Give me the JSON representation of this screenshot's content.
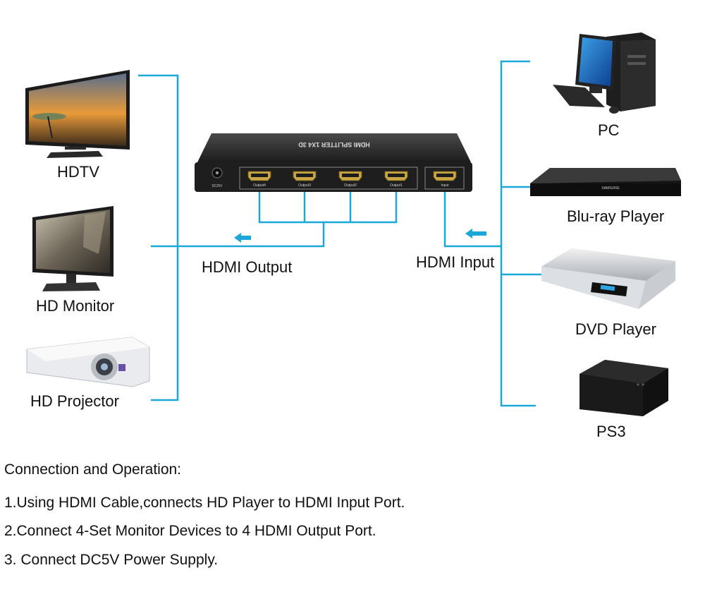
{
  "splitter": {
    "title": "HDMI SPLITTER 1X4 3D",
    "dc_label": "DC/5V",
    "ports": [
      "Output4",
      "Output3",
      "Output2",
      "Output1"
    ],
    "input_port": "Input"
  },
  "outputs": {
    "label": "HDMI Output",
    "devices": [
      "HDTV",
      "HD Monitor",
      "HD Projector"
    ]
  },
  "inputs": {
    "label": "HDMI Input",
    "devices": [
      "PC",
      "Blu-ray Player",
      "DVD Player",
      "PS3"
    ],
    "bluray_brand": "SAMSUNG"
  },
  "instructions": {
    "heading": "Connection and Operation:",
    "steps": [
      "1.Using HDMI Cable,connects HD Player to HDMI Input Port.",
      "2.Connect 4-Set Monitor Devices to 4 HDMI Output Port.",
      "3. Connect DC5V Power Supply."
    ]
  },
  "colors": {
    "cable": "#1aa8d8",
    "arrow": "#1aa8d8"
  }
}
